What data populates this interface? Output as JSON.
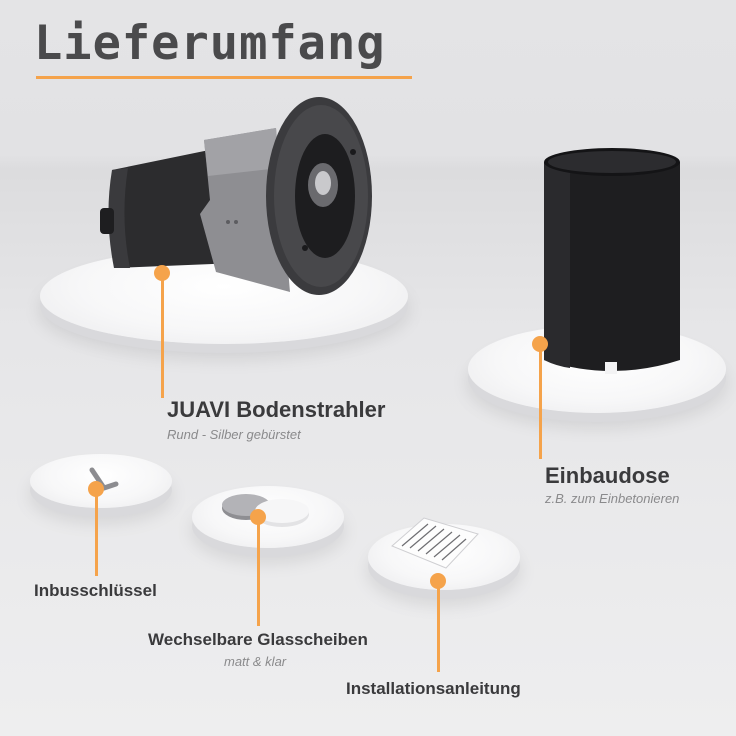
{
  "heading": "Lieferumfang",
  "accent_color": "#f5a34b",
  "items": [
    {
      "label": "JUAVI Bodenstrahler",
      "sub": "Rund - Silber gebürstet",
      "icon": "ground-spotlight-icon"
    },
    {
      "label": "Einbaudose",
      "sub": "z.B. zum Einbetonieren",
      "icon": "mounting-sleeve-icon"
    },
    {
      "label": "Inbusschlüssel",
      "icon": "allen-key-icon"
    },
    {
      "label": "Wechselbare Glasscheiben",
      "sub": "matt & klar",
      "icon": "glass-discs-icon"
    },
    {
      "label": "Installationsanleitung",
      "icon": "instructions-sheet-icon"
    }
  ]
}
